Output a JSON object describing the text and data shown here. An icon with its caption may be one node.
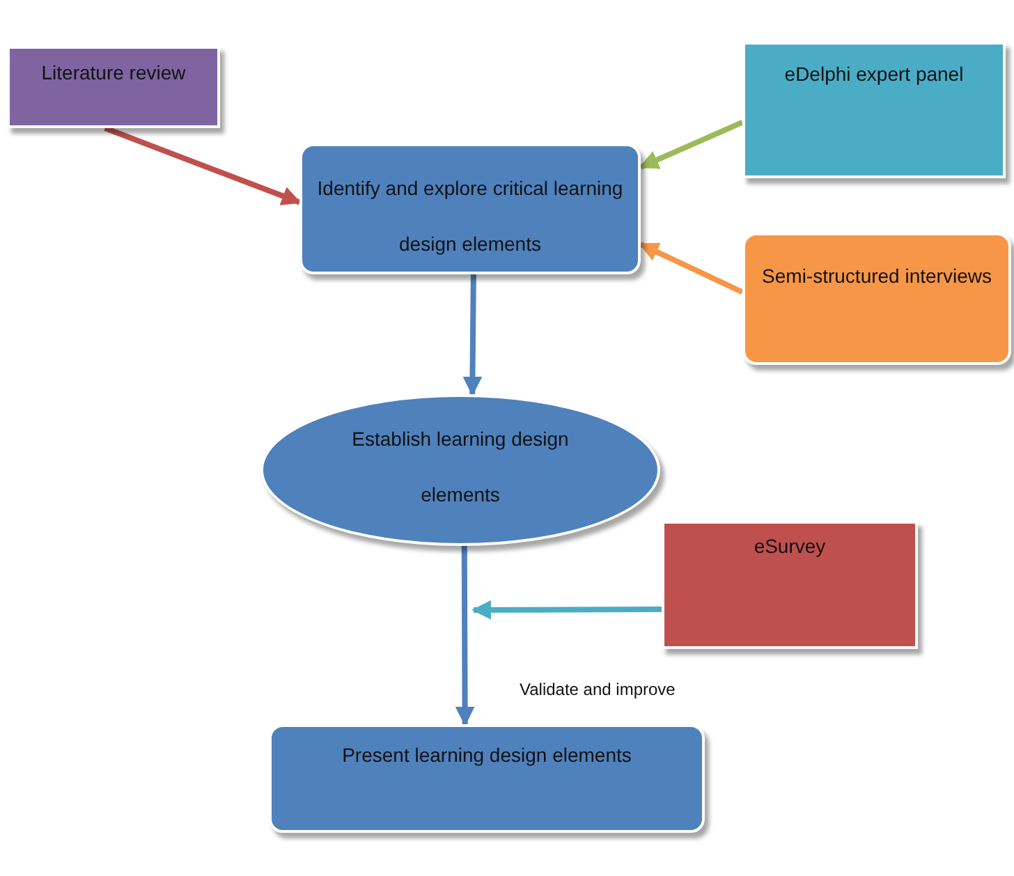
{
  "diagram": {
    "nodes": [
      {
        "text": [
          "Literature review"
        ]
      },
      {
        "text": [
          "eDelphi expert panel"
        ]
      },
      {
        "text": [
          "Identify and explore critical learning design elements"
        ]
      },
      {
        "text": [
          "Semi-structured interviews"
        ]
      },
      {
        "text": [
          "Establish learning design elements"
        ]
      },
      {
        "text": [
          "eSurvey"
        ]
      },
      {
        "text": [
          "Present learning design elements"
        ]
      }
    ],
    "edges": [
      {
        "from": 0,
        "to": 2,
        "arrow": "to",
        "color": "#c0504d"
      },
      {
        "from": 1,
        "to": 2,
        "arrow": "to",
        "color": "#9bbb59"
      },
      {
        "from": 3,
        "to": 2,
        "arrow": "to",
        "color": "#f79646"
      },
      {
        "from": 2,
        "to": 4,
        "arrow": "to"
      },
      {
        "from": 4,
        "to": 6,
        "arrow": "to",
        "label": "Validate and improve"
      },
      {
        "from": 5,
        "to": null,
        "arrow": "to",
        "color": "#4bacc6"
      }
    ]
  }
}
